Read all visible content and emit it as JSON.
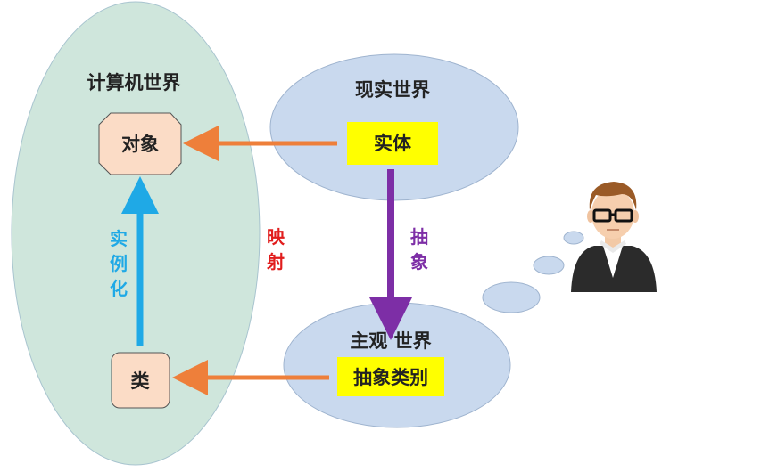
{
  "computer_world": {
    "label": "计算机世界"
  },
  "real_world": {
    "label": "现实世界"
  },
  "subjective_world": {
    "label": "主观 世界"
  },
  "nodes": {
    "object": "对象",
    "class": "类",
    "entity": "实体",
    "abstract_category": "抽象类别"
  },
  "edges": {
    "instantiate": [
      "实",
      "例",
      "化"
    ],
    "mapping": [
      "映",
      "射"
    ],
    "abstract": [
      "抽",
      "象"
    ]
  },
  "colors": {
    "computer_world_fill": "#cfe6dc",
    "bubble_fill": "#c9d9ee",
    "node_fill": "#fbdcc6",
    "highlight_fill": "#ffff00",
    "orange_arrow": "#ee7f3a",
    "blue_arrow": "#1fa9e6",
    "purple_arrow": "#7d2ea6",
    "mapping_text": "#e11d1d",
    "instantiate_text": "#1fa9e6",
    "abstract_text": "#7d2ea6"
  },
  "icons": {
    "thinker": "person-with-glasses-icon"
  }
}
